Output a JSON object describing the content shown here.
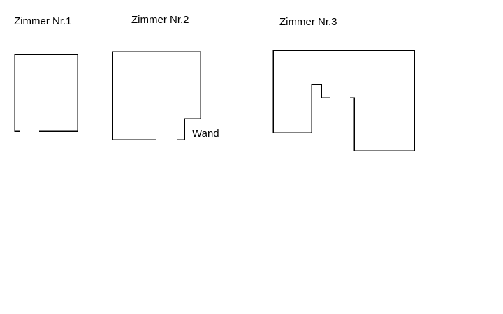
{
  "rooms": [
    {
      "title": "Zimmer Nr.1"
    },
    {
      "title": "Zimmer Nr.2",
      "annotation": "Wand"
    },
    {
      "title": "Zimmer Nr.3"
    }
  ]
}
